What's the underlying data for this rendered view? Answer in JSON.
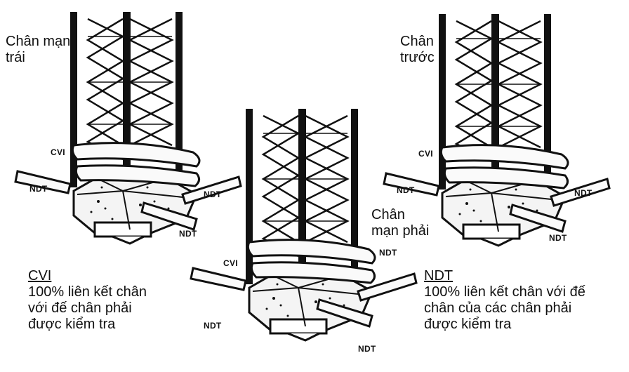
{
  "towers": [
    {
      "id": "left",
      "leg_label": "Chân mạn trái",
      "leg_label_lines": [
        "Chân mạn",
        "trái"
      ],
      "markers": {
        "cvi": "CVI",
        "ndt_left": "NDT",
        "ndt_right": "NDT",
        "ndt_bottom": "NDT"
      }
    },
    {
      "id": "center",
      "leg_label": "Chân mạn phải",
      "leg_label_lines": [
        "Chân",
        "mạn phải"
      ],
      "markers": {
        "cvi": "CVI",
        "ndt_left": "NDT",
        "ndt_right": "NDT",
        "ndt_bottom": "NDT"
      }
    },
    {
      "id": "right",
      "leg_label": "Chân trước",
      "leg_label_lines": [
        "Chân",
        "trước"
      ],
      "markers": {
        "cvi": "CVI",
        "ndt_left": "NDT",
        "ndt_right": "NDT",
        "ndt_bottom": "NDT"
      }
    }
  ],
  "notes": {
    "cvi": {
      "heading": "CVI",
      "lines": [
        "100% liên kết chân",
        "với đế chân phải",
        "được kiểm tra"
      ]
    },
    "ndt": {
      "heading": "NDT",
      "lines": [
        "100% liên kết chân với đế",
        "chân của các chân phải",
        "được kiểm tra"
      ]
    }
  },
  "colors": {
    "ink": "#111111",
    "background": "#ffffff"
  }
}
